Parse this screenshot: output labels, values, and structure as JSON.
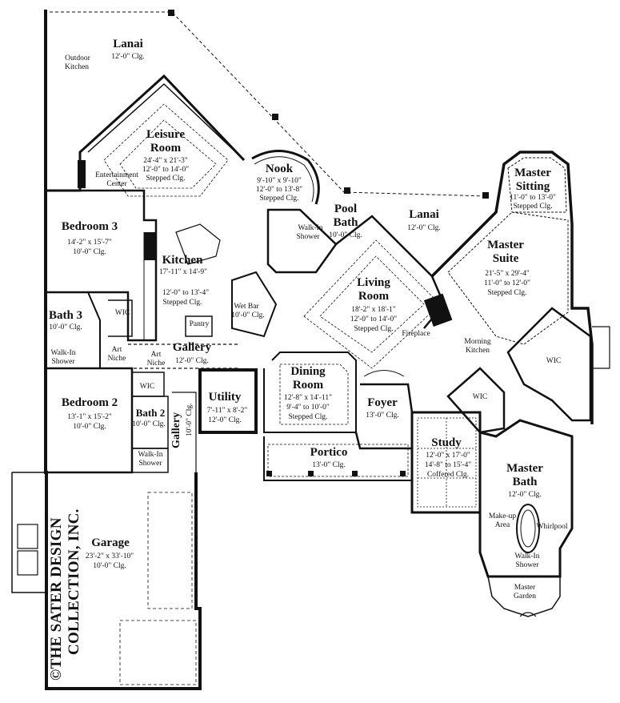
{
  "rooms": {
    "lanai_top": {
      "name": "Lanai",
      "clg": "12'-0\" Clg."
    },
    "outdoor_kitchen": {
      "line1": "Outdoor",
      "line2": "Kitchen"
    },
    "leisure": {
      "name1": "Leisure",
      "name2": "Room",
      "size": "24'-4\" x 21'-3\"",
      "clg1": "12'-0\" to 14'-0\"",
      "clg2": "Stepped Clg."
    },
    "entertainment": {
      "line1": "Entertainment",
      "line2": "Center"
    },
    "nook": {
      "name": "Nook",
      "size": "9'-10\" x 9'-10\"",
      "clg1": "12'-0\" to 13'-8\"",
      "clg2": "Stepped Clg."
    },
    "bedroom3": {
      "name": "Bedroom 3",
      "size": "14'-2\" x 15'-7\"",
      "clg": "10'-0\" Clg."
    },
    "kitchen": {
      "name": "Kitchen",
      "size": "17'-11\" x 14'-9\"",
      "clg1": "12'-0\" to 13'-4\"",
      "clg2": "Stepped Clg."
    },
    "pool_bath": {
      "name1": "Pool",
      "name2": "Bath",
      "clg": "10'-0\" Clg."
    },
    "walkin_pool": {
      "line1": "Walk-In",
      "line2": "Shower"
    },
    "lanai_mid": {
      "name": "Lanai",
      "clg": "12'-0\" Clg."
    },
    "master_sitting": {
      "name1": "Master",
      "name2": "Sitting",
      "size": "11'-0\" to 13'-0\"",
      "clg": "Stepped Clg."
    },
    "master_suite": {
      "name1": "Master",
      "name2": "Suite",
      "size": "21'-5\" x 29'-4\"",
      "clg1": "11'-0\" to 12'-0\"",
      "clg2": "Stepped Clg."
    },
    "living": {
      "name1": "Living",
      "name2": "Room",
      "size": "18'-2\" x 18'-1\"",
      "clg1": "12'-0\" to 14'-0\"",
      "clg2": "Stepped Clg."
    },
    "bath3": {
      "name": "Bath 3",
      "clg": "10'-0\" Clg."
    },
    "wic_b3": {
      "label": "WIC"
    },
    "wetbar": {
      "label": "Wet Bar",
      "clg": "10'-0\" Clg."
    },
    "pantry": {
      "label": "Pantry"
    },
    "art_niche1": {
      "line1": "Art",
      "line2": "Niche"
    },
    "art_niche2": {
      "line1": "Art",
      "line2": "Niche"
    },
    "walkin_b3": {
      "line1": "Walk-In",
      "line2": "Shower"
    },
    "gallery_main": {
      "name": "Gallery",
      "clg": "12'-0\" Clg."
    },
    "fireplace": {
      "label": "Fireplace"
    },
    "morning_kitchen": {
      "line1": "Morning",
      "line2": "Kitchen"
    },
    "wic_master": {
      "label": "WIC"
    },
    "wic_master2": {
      "label": "WIC"
    },
    "dining": {
      "name1": "Dining",
      "name2": "Room",
      "size": "12'-8\" x 14'-11\"",
      "clg1": "9'-4\" to 10'-0\"",
      "clg2": "Stepped Clg."
    },
    "foyer": {
      "name": "Foyer",
      "clg": "13'-0\" Clg."
    },
    "bedroom2": {
      "name": "Bedroom 2",
      "size": "13'-1\" x 15'-2\"",
      "clg": "10'-0\" Clg."
    },
    "wic_b2": {
      "label": "WIC"
    },
    "bath2": {
      "name": "Bath 2",
      "clg": "10'-0\" Clg."
    },
    "walkin_b2": {
      "line1": "Walk-In",
      "line2": "Shower"
    },
    "gallery_side": {
      "name": "Gallery",
      "clg": "10'-0\" Clg."
    },
    "utility": {
      "name": "Utility",
      "size": "7'-11\" x 8'-2\"",
      "clg": "12'-0\" Clg."
    },
    "study": {
      "name": "Study",
      "size": "12'-0\" x 17'-0\"",
      "clg1": "14'-8\" to 15'-4\"",
      "clg2": "Coffered Clg."
    },
    "portico": {
      "name": "Portico",
      "clg": "13'-0\" Clg."
    },
    "master_bath": {
      "name1": "Master",
      "name2": "Bath",
      "clg": "12'-0\" Clg."
    },
    "makeup": {
      "line1": "Make-up",
      "line2": "Area"
    },
    "whirlpool": {
      "label": "Whirlpool"
    },
    "walkin_master": {
      "line1": "Walk-In",
      "line2": "Shower"
    },
    "master_garden": {
      "line1": "Master",
      "line2": "Garden"
    },
    "garage": {
      "name": "Garage",
      "size": "23'-2\" x 33'-10\"",
      "clg": "10'-0\" Clg."
    }
  },
  "brand": {
    "line1": "©THE SATER DESIGN",
    "line2": "COLLECTION, INC."
  }
}
